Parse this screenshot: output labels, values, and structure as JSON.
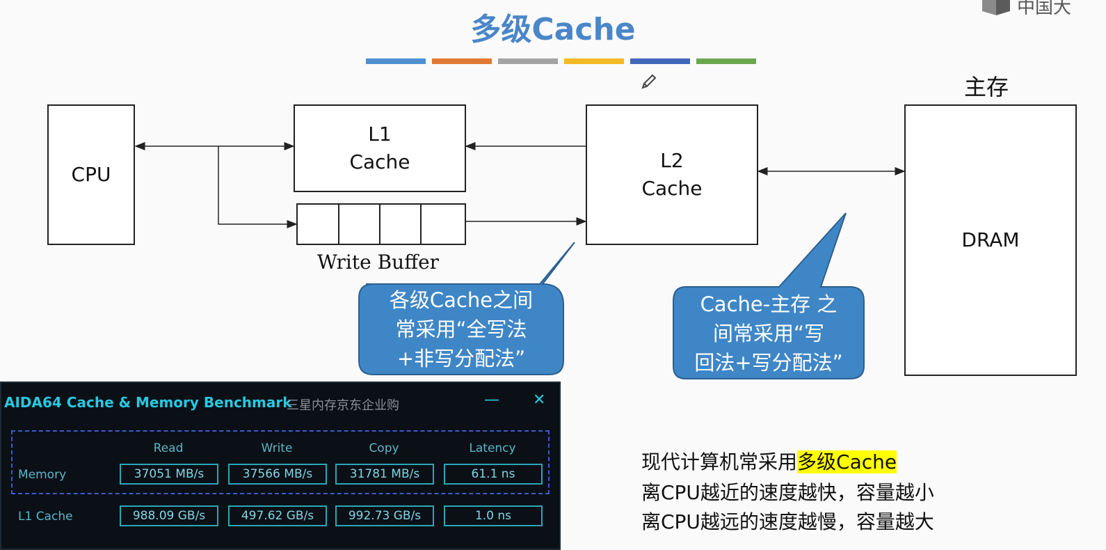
{
  "slide": {
    "title": "多级Cache",
    "color_bars": [
      "#4f8fd0",
      "#e07a34",
      "#a3a3a3",
      "#f5b923",
      "#3f66b8",
      "#6aa84f"
    ],
    "cpu_label": "CPU",
    "l1_label_line1": "L1",
    "l1_label_line2": "Cache",
    "l2_label_line1": "L2",
    "l2_label_line2": "Cache",
    "dram_label": "DRAM",
    "main_memory_label": "主存",
    "write_buffer_label": "Write Buffer",
    "callout1": [
      "各级Cache之间",
      "常采用“全写法",
      "+非写分配法”"
    ],
    "callout2": [
      "Cache-主存 之",
      "间常采用“写",
      "回法+写分配法”"
    ],
    "note_line1_prefix": "现代计算机常采用",
    "note_line1_highlight": "多级Cache",
    "note_line2": "离CPU越近的速度越快，容量越小",
    "note_line3": "离CPU越远的速度越慢，容量越大",
    "corner_logo_text": "中国大",
    "callout_color": "#3f86c6"
  },
  "aida": {
    "title": "AIDA64 Cache & Memory Benchmark",
    "subtitle": "三星内存京东企业购",
    "minimize_symbol": "—",
    "close_symbol": "✕",
    "columns": [
      "Read",
      "Write",
      "Copy",
      "Latency"
    ],
    "rows": [
      {
        "label": "Memory",
        "values": [
          "37051 MB/s",
          "37566 MB/s",
          "31781 MB/s",
          "61.1 ns"
        ]
      },
      {
        "label": "L1 Cache",
        "values": [
          "988.09 GB/s",
          "497.62 GB/s",
          "992.73 GB/s",
          "1.0 ns"
        ]
      }
    ]
  }
}
